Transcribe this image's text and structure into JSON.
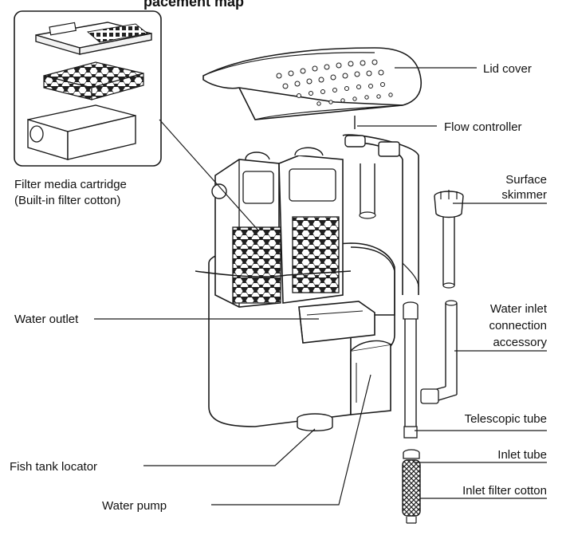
{
  "header": {
    "partial_title": "pacement map"
  },
  "labels": {
    "lid_cover": "Lid cover",
    "flow_controller": "Flow controller",
    "surface_skimmer_1": "Surface",
    "surface_skimmer_2": "skimmer",
    "filter_media_1": "Filter media cartridge",
    "filter_media_2": "(Built-in filter cotton)",
    "water_outlet": "Water outlet",
    "water_inlet_1": "Water inlet",
    "water_inlet_2": "connection",
    "water_inlet_3": "accessory",
    "telescopic_tube": "Telescopic tube",
    "inlet_tube": "Inlet tube",
    "inlet_filter_cotton": "Inlet filter cotton",
    "fish_tank_locator": "Fish tank locator",
    "water_pump": "Water pump"
  },
  "colors": {
    "line": "#1a1a1a",
    "fill": "#ffffff",
    "hatch": "#222222",
    "shade": "#f2f2f2"
  }
}
